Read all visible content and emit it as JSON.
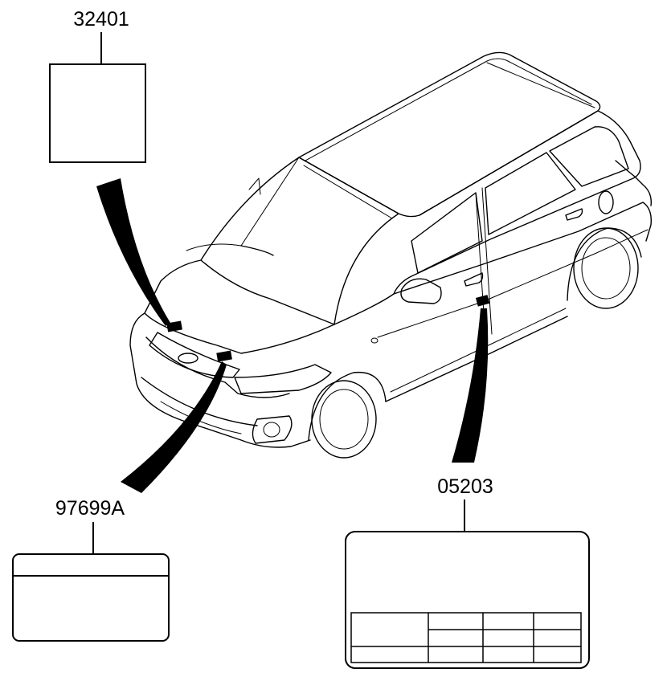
{
  "parts": {
    "label_top": "32401",
    "label_front": "97699A",
    "label_door": "05203"
  },
  "colors": {
    "line": "#000000",
    "background": "#ffffff"
  }
}
